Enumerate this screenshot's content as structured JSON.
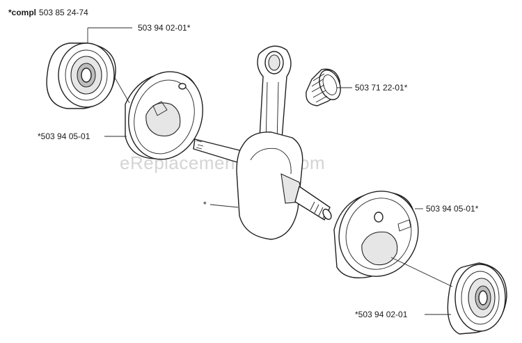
{
  "header": {
    "prefix": "*compl",
    "number": "503 85 24-74"
  },
  "watermark": "eReplacementParts.com",
  "callouts": [
    {
      "id": "bearing-top",
      "text": "503 94 02-01*"
    },
    {
      "id": "needle-bearing",
      "text": "503 71 22-01*"
    },
    {
      "id": "crankcase-half-left",
      "text": "*503 94 05-01"
    },
    {
      "id": "crankshaft",
      "text": "*"
    },
    {
      "id": "crankcase-half-right",
      "text": "503 94 05-01*"
    },
    {
      "id": "bearing-bottom",
      "text": "*503 94 02-01"
    }
  ]
}
